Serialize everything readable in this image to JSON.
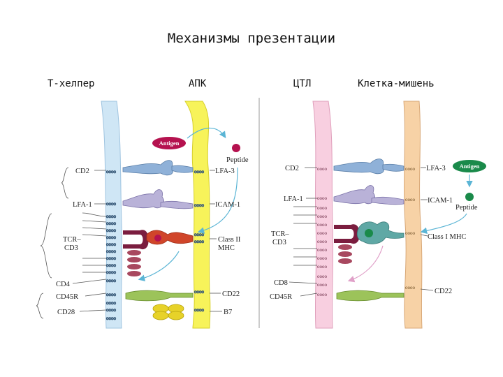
{
  "title": "Механизмы презентации",
  "headers": {
    "t_helper": "Т-хелпер",
    "apc": "АПК",
    "ctl": "ЦТЛ",
    "target": "Клетка-мишень"
  },
  "left_panel": {
    "antigen": "Antigen",
    "peptide": "Peptide",
    "labels_left": [
      "CD2",
      "LFA-1",
      "TCR–",
      "CD3",
      "CD4",
      "CD45R",
      "CD28"
    ],
    "labels_right": [
      "LFA-3",
      "ICAM-1",
      "Class II",
      "MHC",
      "CD22",
      "B7"
    ]
  },
  "right_panel": {
    "antigen": "Antigen",
    "peptide": "Peptide",
    "labels_left": [
      "CD2",
      "LFA-1",
      "TCR–",
      "CD3",
      "CD8",
      "CD45R"
    ],
    "labels_right": [
      "LFA-3",
      "ICAM-1",
      "Class I MHC",
      "CD22"
    ]
  },
  "colors": {
    "t_helper_membrane": "#cfe6f5",
    "apc_membrane": "#f7f35a",
    "ctl_membrane": "#f8cfe0",
    "target_membrane": "#f7d2a6",
    "antigen": "#b5124f",
    "lfa1": "#b9b2d8",
    "cd2_lfa3": "#8fb1d8",
    "tcr": "#7b1d3f",
    "mhc": "#d0452a",
    "cd22": "#9cc35a",
    "b7": "#e7d229",
    "class1": "#5fa8a5"
  }
}
